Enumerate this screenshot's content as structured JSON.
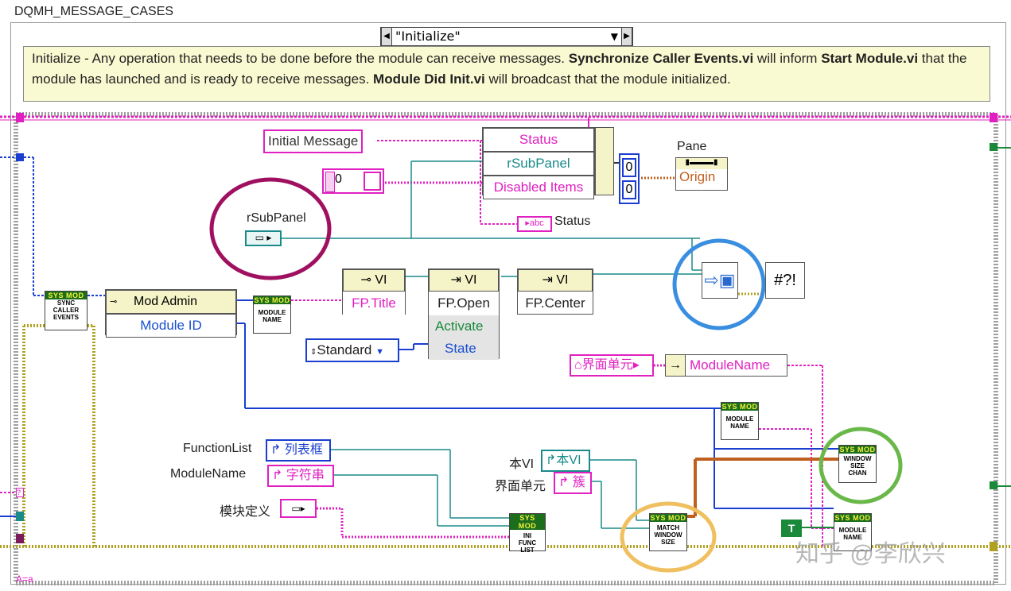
{
  "window": {
    "title": "DQMH_MESSAGE_CASES"
  },
  "case_structure": {
    "selector_value": "\"Initialize\""
  },
  "note": {
    "p1": "Initialize - Any operation that needs to be done before the module can receive messages. ",
    "b1": "Synchronize Caller Events.vi",
    "p2": " will inform ",
    "b2": "Start Module.vi",
    "p3": " that the module has launched and is ready to receive messages. ",
    "b3": "Module Did Init.vi",
    "p4": " will broadcast that the module initialized."
  },
  "nodes": {
    "initial_message": "Initial Message",
    "numeric_const": "0",
    "property_status": "Status",
    "property_rsubpanel": "rSubPanel",
    "property_disabled_items": "Disabled Items",
    "pane_label": "Pane",
    "pane_origin": "Origin",
    "cluster_values": [
      "0",
      "0"
    ],
    "status_terminal": "Status",
    "rsubpanel_label": "rSubPanel",
    "mod_admin": "Mod Admin",
    "module_id": "Module ID",
    "module_name_1": [
      "SYS MOD",
      "MODULE",
      "NAME"
    ],
    "sync_caller_events": [
      "SYS MOD",
      "SYNC",
      "CALLER",
      "EVENTS"
    ],
    "vi_ref_1": "VI",
    "vi_ref_2": "VI",
    "vi_ref_3": "VI",
    "fp_title": "FP.Title",
    "fp_open": "FP.Open",
    "fp_open_activate": "Activate",
    "fp_open_state": "State",
    "fp_center": "FP.Center",
    "standard_enum": "Standard",
    "ui_unit_terminal": "界面单元",
    "module_name_prop": "ModuleName",
    "module_name_2": [
      "SYS MOD",
      "MODULE",
      "NAME"
    ],
    "window_size_change": [
      "SYS MOD",
      "WINDOW",
      "SIZE",
      "CHAN"
    ],
    "function_list_label": "FunctionList",
    "function_list_ref": "列表框",
    "module_name_label": "ModuleName",
    "module_name_ref": "字符串",
    "module_def_label": "模块定义",
    "this_vi_label": "本VI",
    "this_vi_ref": "本VI",
    "ui_unit_label": "界面单元",
    "ui_unit_ref": "簇",
    "ini_func_list": [
      "SYS MOD",
      "INI",
      "FUNC",
      "LIST"
    ],
    "match_window_size": [
      "SYS MOD",
      "MATCH",
      "WINDOW",
      "SIZE"
    ],
    "module_name_3": [
      "SYS MOD",
      "MODULE",
      "NAME"
    ],
    "true_const": "T",
    "watermark": "知乎 @李欣兴",
    "corner_label": "A=a"
  },
  "colors": {
    "pink_wire": "#e020c0",
    "blue_wire": "#1a3fd0",
    "teal_wire": "#1a8a8a",
    "error_wire": "#b0a020",
    "orange_wire": "#c06020",
    "green_wire": "#1a8a3a",
    "circle_magenta": "#a01060",
    "circle_blue": "#3a8ee0",
    "circle_green": "#6ab84a",
    "circle_orange": "#f0c060"
  }
}
